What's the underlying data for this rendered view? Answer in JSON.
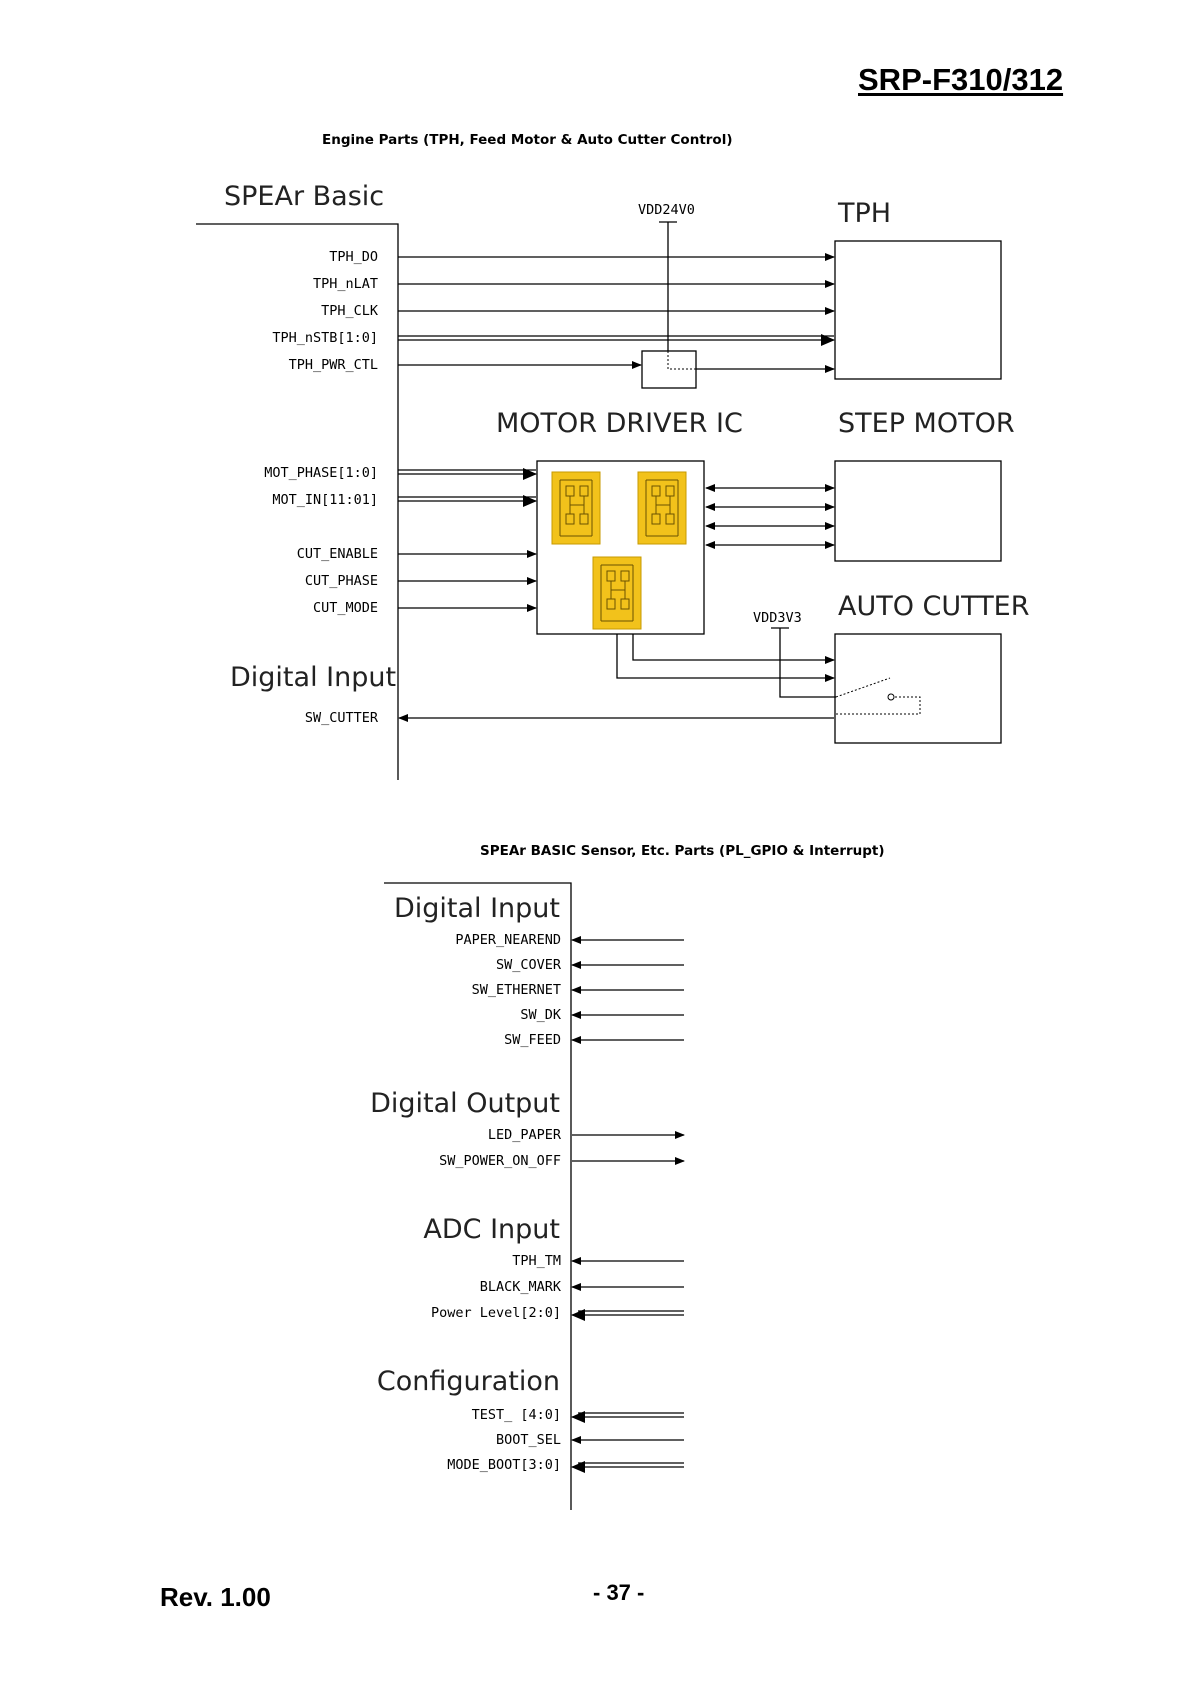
{
  "header": {
    "doc_id": "SRP-F310/312"
  },
  "diagram1": {
    "caption": "Engine Parts (TPH, Feed Motor & Auto Cutter Control)",
    "spear_label": "SPEAr Basic",
    "vdd24": "VDD24V0",
    "vdd33": "VDD3V3",
    "tph_label": "TPH",
    "motor_driver_label": "MOTOR DRIVER IC",
    "step_motor_label": "STEP MOTOR",
    "auto_cutter_label": "AUTO CUTTER",
    "digital_input_label": "Digital Input",
    "tph_signals": [
      "TPH_DO",
      "TPH_nLAT",
      "TPH_CLK",
      "TPH_nSTB[1:0]",
      "TPH_PWR_CTL"
    ],
    "mot_signals": [
      "MOT_PHASE[1:0]",
      "MOT_IN[11:01]"
    ],
    "cut_signals": [
      "CUT_ENABLE",
      "CUT_PHASE",
      "CUT_MODE"
    ],
    "input_signals": [
      "SW_CUTTER"
    ]
  },
  "diagram2": {
    "caption": "SPEAr BASIC Sensor, Etc. Parts (PL_GPIO & Interrupt)",
    "groups": [
      {
        "label": "Digital Input",
        "signals": [
          "PAPER_NEAREND",
          "SW_COVER",
          "SW_ETHERNET",
          "SW_DK",
          "SW_FEED"
        ]
      },
      {
        "label": "Digital Output",
        "signals": [
          "LED_PAPER",
          "SW_POWER_ON_OFF"
        ]
      },
      {
        "label": "ADC Input",
        "signals": [
          "TPH_TM",
          "BLACK_MARK",
          "Power Level[2:0]"
        ]
      },
      {
        "label": "Configuration",
        "signals": [
          "TEST_ [4:0]",
          "BOOT_SEL",
          "MODE_BOOT[3:0]"
        ]
      }
    ]
  },
  "footer": {
    "revision": "Rev. 1.00",
    "page": "- 37 -"
  }
}
